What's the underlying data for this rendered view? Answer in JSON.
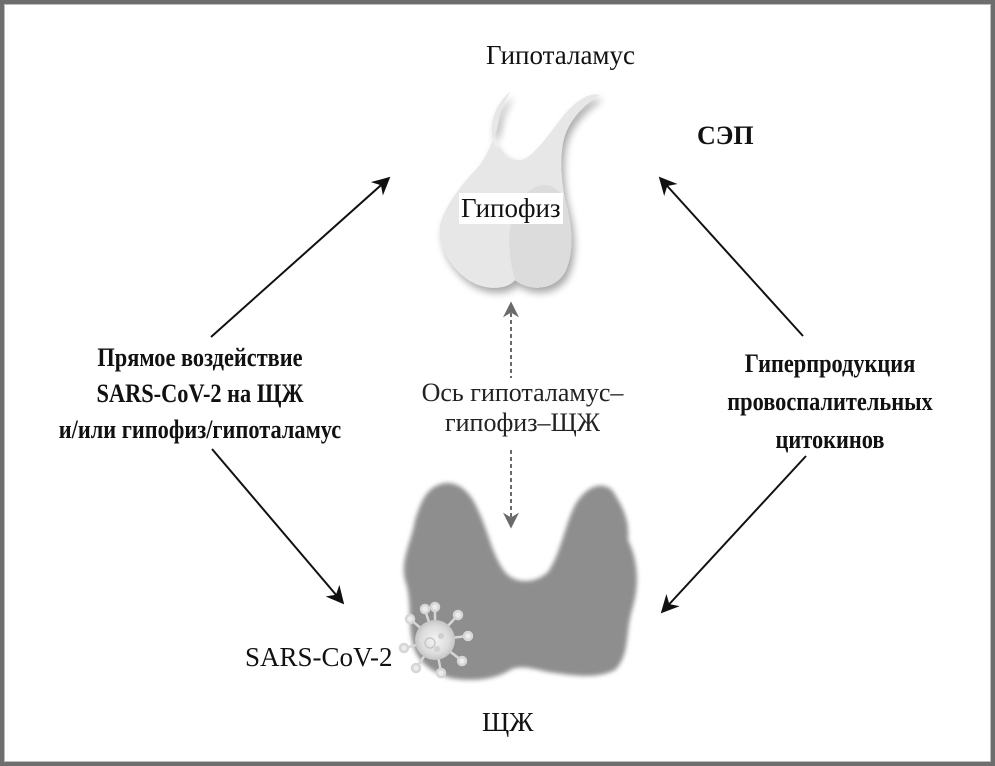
{
  "diagram": {
    "labels": {
      "hypothalamus": "Гипоталамус",
      "pituitary": "Гипофиз",
      "sep": "СЭП",
      "axis_line1": "Ось гипоталамус–",
      "axis_line2": "гипофиз–ЩЖ",
      "thyroid": "ЩЖ",
      "virus": "SARS-CoV-2"
    },
    "left_text": {
      "line1": "Прямое воздействие",
      "line2": "SARS-CoV-2 на ЩЖ",
      "line3": "и/или гипофиз/гипоталамус"
    },
    "right_text": {
      "line1": "Гиперпродукция",
      "line2": "провоспалительных",
      "line3": "цитокинов"
    },
    "colors": {
      "frame_border": "#6e6e6e",
      "pituitary_fill": "#e6e6e6",
      "thyroid_fill": "#8f8f8f",
      "arrow": "#111111",
      "axis_arrow": "#6a6a6a"
    }
  }
}
